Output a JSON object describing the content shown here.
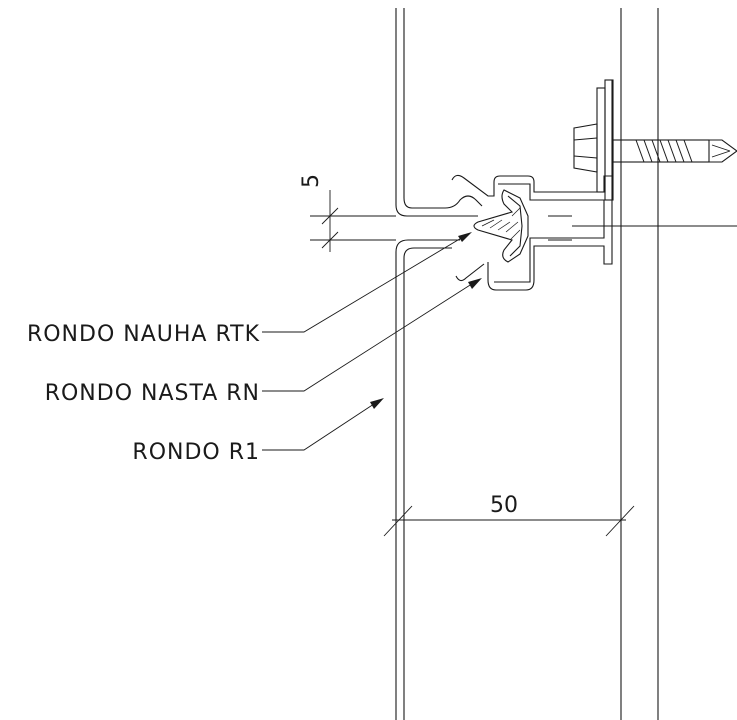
{
  "labels": {
    "rtk": "RONDO NAUHA RTK",
    "rn": "RONDO NASTA RN",
    "r1": "RONDO R1"
  },
  "dimensions": {
    "gap": "5",
    "width": "50"
  }
}
